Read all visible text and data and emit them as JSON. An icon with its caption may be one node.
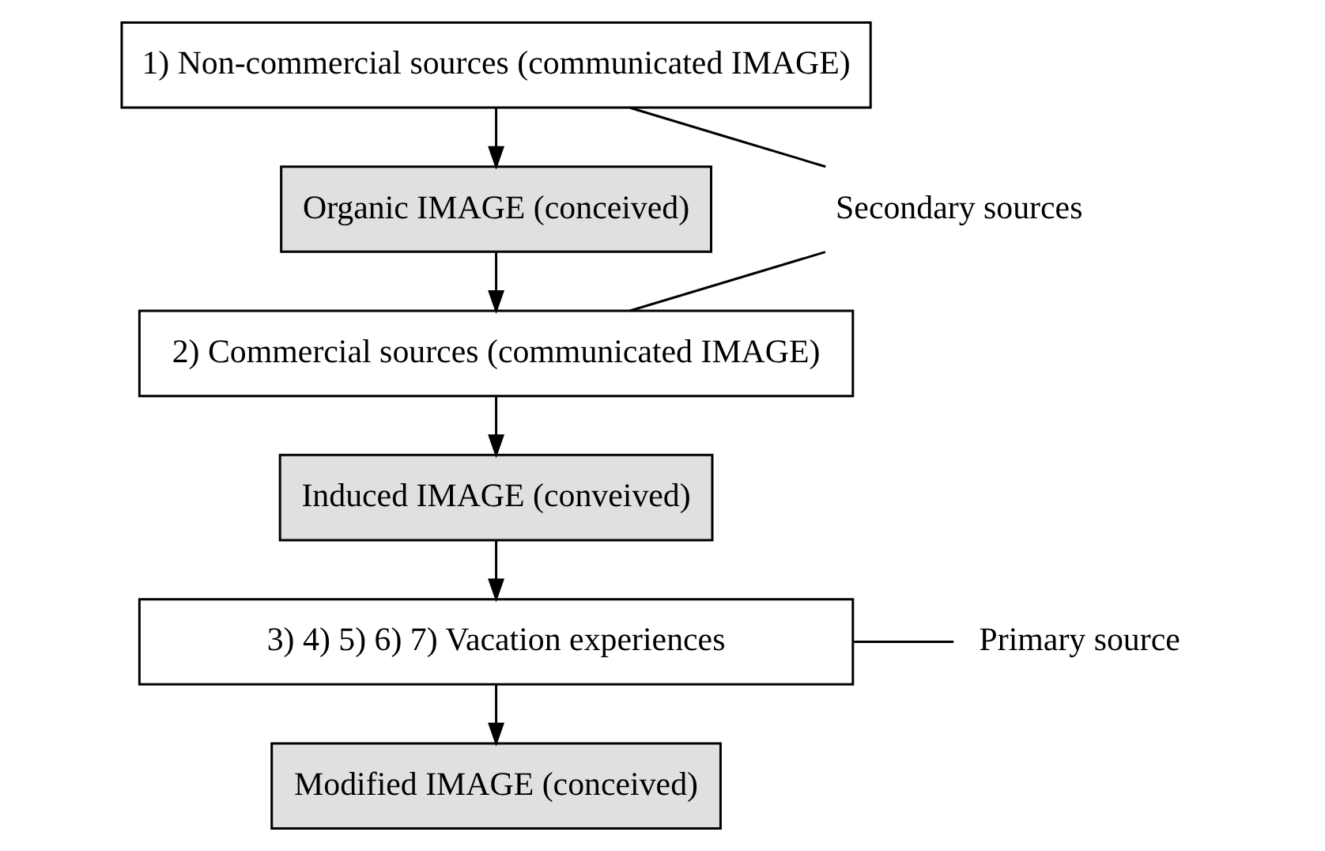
{
  "diagram": {
    "nodes": [
      {
        "text": [
          "1) Non-commercial sources (communicated IMAGE)"
        ]
      },
      {
        "text": [
          "Organic IMAGE (conceived)"
        ]
      },
      {
        "text": [
          "2) Commercial sources (communicated IMAGE)"
        ]
      },
      {
        "text": [
          "Induced IMAGE (conveived)"
        ]
      },
      {
        "text": [
          "3) 4) 5) 6) 7) Vacation experiences"
        ]
      },
      {
        "text": [
          "Modified IMAGE (conceived)"
        ]
      },
      {
        "text": [
          "Secondary sources"
        ]
      },
      {
        "text": [
          "Primary source"
        ]
      }
    ],
    "edges": [
      {
        "from": 0,
        "to": 1,
        "arrow": "to"
      },
      {
        "from": 1,
        "to": 2,
        "arrow": "to"
      },
      {
        "from": 2,
        "to": 3,
        "arrow": "to"
      },
      {
        "from": 3,
        "to": 4,
        "arrow": "to"
      },
      {
        "from": 4,
        "to": 5,
        "arrow": "to"
      },
      {
        "from": 6,
        "to": 0,
        "arrow": "none"
      },
      {
        "from": 6,
        "to": 2,
        "arrow": "none"
      },
      {
        "from": 7,
        "to": 4,
        "arrow": "none"
      }
    ]
  }
}
